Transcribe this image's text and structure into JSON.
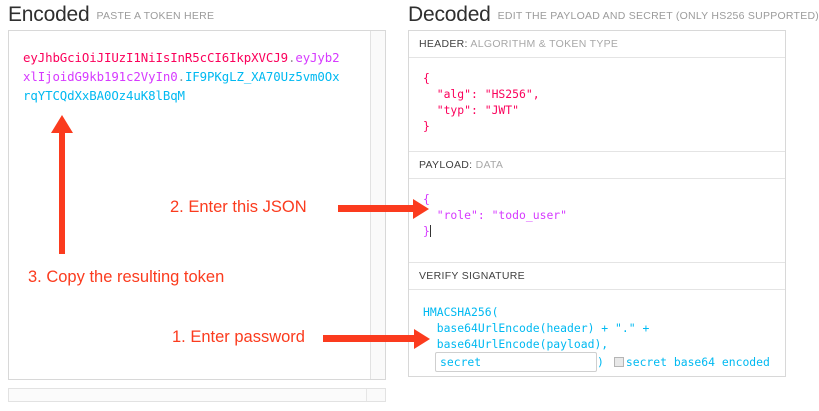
{
  "encoded": {
    "title": "Encoded",
    "subtitle": "PASTE A TOKEN HERE",
    "token": {
      "header": "eyJhbGciOiJIUzI1NiIsInR5cCI6IkpXVCJ9",
      "payload": "eyJyb2xlIjoidG9kb191c2VyIn0",
      "signature": "IF9PKgLZ_XA70Uz5vm0OxrqYTCQdXxBA0Oz4uK8lBqM",
      "separator": "."
    }
  },
  "decoded": {
    "title": "Decoded",
    "subtitle": "EDIT THE PAYLOAD AND SECRET (ONLY HS256 SUPPORTED)",
    "header_section": {
      "label_strong": "HEADER:",
      "label_rest": "ALGORITHM & TOKEN TYPE",
      "body": "{\n  \"alg\": \"HS256\",\n  \"typ\": \"JWT\"\n}"
    },
    "payload_section": {
      "label_strong": "PAYLOAD:",
      "label_rest": "DATA",
      "body": "{\n  \"role\": \"todo_user\"\n}"
    },
    "signature_section": {
      "label_strong": "VERIFY SIGNATURE",
      "label_rest": "",
      "line1": "HMACSHA256(",
      "line2": "  base64UrlEncode(header) + \".\" +",
      "line3": "  base64UrlEncode(payload),",
      "secret_value": "secret",
      "secret_placeholder": "secret",
      "closing_paren": ")",
      "base64_label": "secret base64 encoded",
      "base64_checked": false
    }
  },
  "annotations": {
    "step1": "1. Enter password",
    "step2": "2. Enter this JSON",
    "step3": "3. Copy the resulting token"
  },
  "colors": {
    "jwt_header": "#fb015b",
    "jwt_payload": "#d63aff",
    "jwt_signature": "#00b9f1",
    "annotation": "#fb3b1e"
  }
}
